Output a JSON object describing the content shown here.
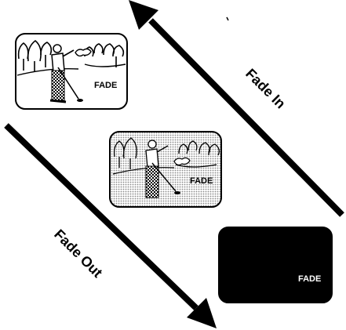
{
  "diagram": {
    "fade_in_label": "Fade In",
    "fade_out_label": "Fade Out",
    "frames": [
      {
        "state": "full",
        "caption": "FADE"
      },
      {
        "state": "partial",
        "caption": "FADE"
      },
      {
        "state": "black",
        "caption": "FADE"
      }
    ]
  },
  "colors": {
    "ink": "#000000",
    "paper": "#ffffff",
    "halftone": "#8a8a8a"
  }
}
